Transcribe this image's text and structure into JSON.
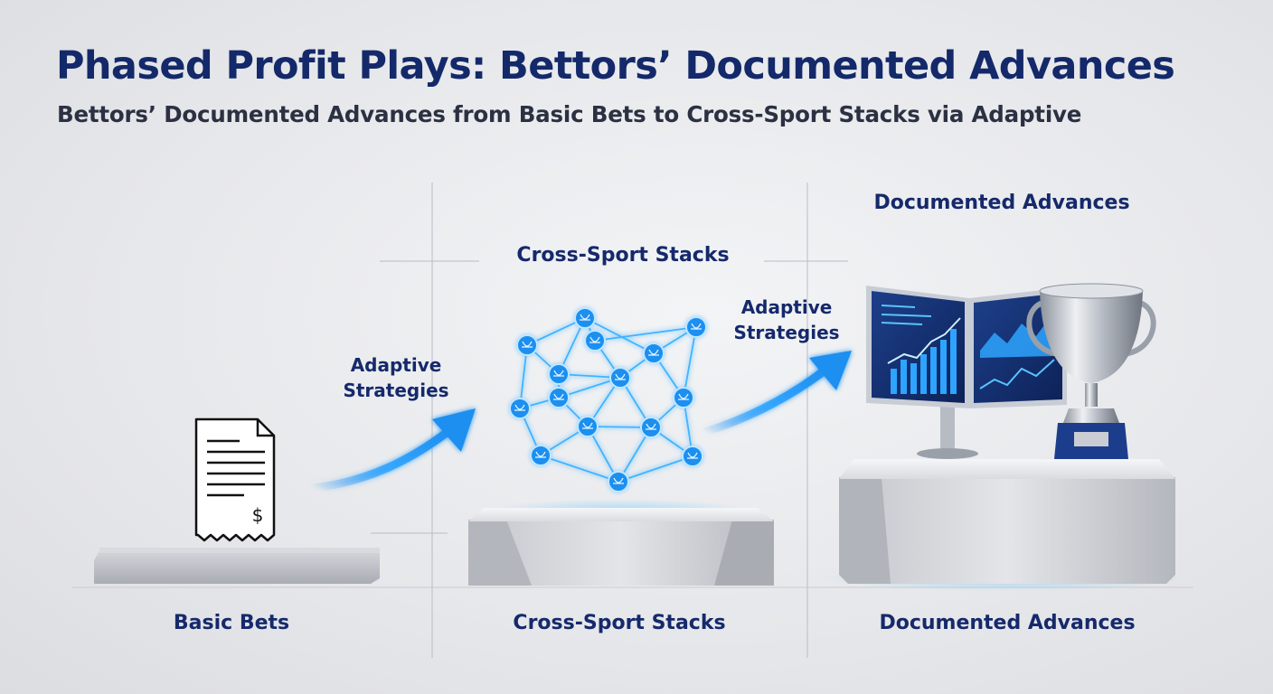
{
  "header": {
    "title": "Phased Profit Plays: Bettors’ Documented Advances",
    "subtitle": "Bettors’ Documented Advances from Basic Bets to Cross-Sport Stacks via Adaptive"
  },
  "stages": [
    {
      "label": "Basic Bets",
      "icon": "receipt-dollar-icon"
    },
    {
      "label": "Cross-Sport Stacks",
      "icon": "sports-network-icon"
    },
    {
      "label": "Documented Advances",
      "icon": "dashboard-trophy-icon"
    }
  ],
  "top_labels": {
    "middle": "Cross-Sport Stacks",
    "right": "Documented Advances"
  },
  "transitions": [
    {
      "line1": "Adaptive",
      "line2": "Strategies"
    },
    {
      "line1": "Adaptive",
      "line2": "Strategies"
    }
  ],
  "receipt": {
    "currency_symbol": "$"
  },
  "colors": {
    "title": "#14296a",
    "accent_blue": "#1e8ff0",
    "glow": "#6cc8ff",
    "platform": "#c9cbd1"
  }
}
